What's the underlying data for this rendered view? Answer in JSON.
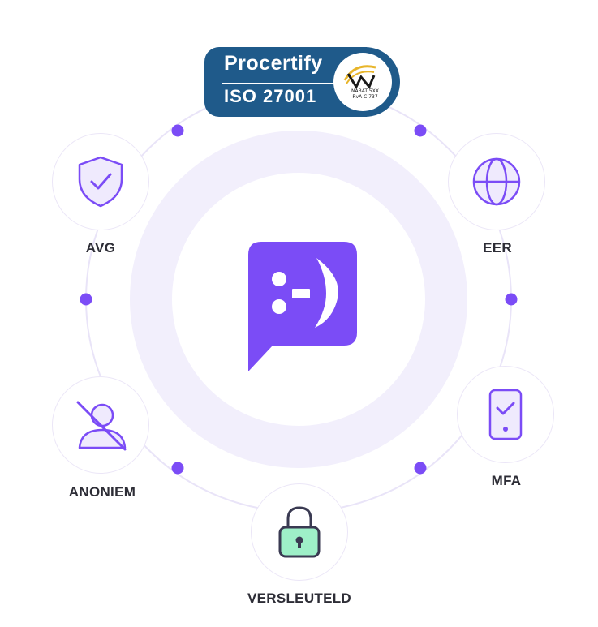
{
  "badge": {
    "brand": "Procertify",
    "standard": "ISO 27001",
    "seal_text": "NABAT 5XX RvA C 737"
  },
  "features": [
    {
      "label": "AVG",
      "icon": "shield-check-icon"
    },
    {
      "label": "EER",
      "icon": "globe-icon"
    },
    {
      "label": "MFA",
      "icon": "phone-check-icon"
    },
    {
      "label": "VERSLEUTELD",
      "icon": "padlock-icon"
    },
    {
      "label": "ANONIEM",
      "icon": "user-crossed-icon"
    }
  ],
  "hub": {
    "icon": "smiley-chat-icon"
  },
  "colors": {
    "accent": "#7b4cf6",
    "ring": "#f2effc",
    "orbit": "#e9e4f8",
    "lock_fill": "#9ef0c8",
    "badge": "#1f5a8a",
    "label": "#2d2d36"
  }
}
